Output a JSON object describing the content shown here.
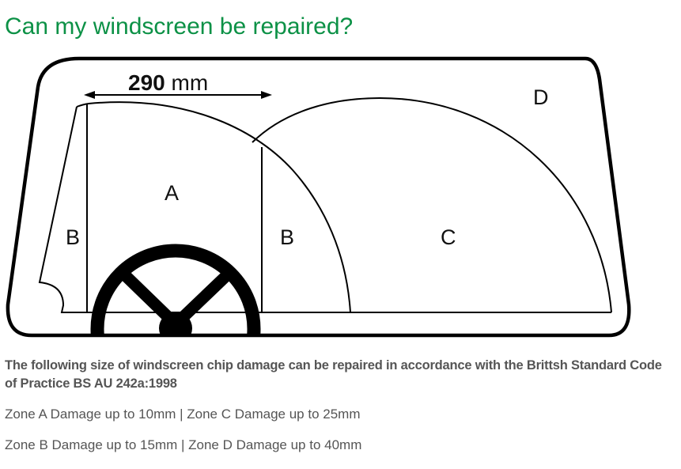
{
  "page": {
    "title": "Can my windscreen be repaired?",
    "title_color": "#0c9146",
    "text_color": "#555555"
  },
  "diagram": {
    "measurement_label": "290 mm",
    "zone_labels": {
      "a": "A",
      "b_left": "B",
      "b_right": "B",
      "c": "C",
      "d": "D"
    }
  },
  "content": {
    "intro": "The following size of windscreen chip damage can be repaired in accordance with the Brittsh Standard Code of Practice BS AU 242a:1998",
    "zone_lines": [
      "Zone A Damage up to 10mm | Zone C Damage up to 25mm",
      "Zone B Damage up to 15mm | Zone D Damage up to 40mm"
    ]
  }
}
